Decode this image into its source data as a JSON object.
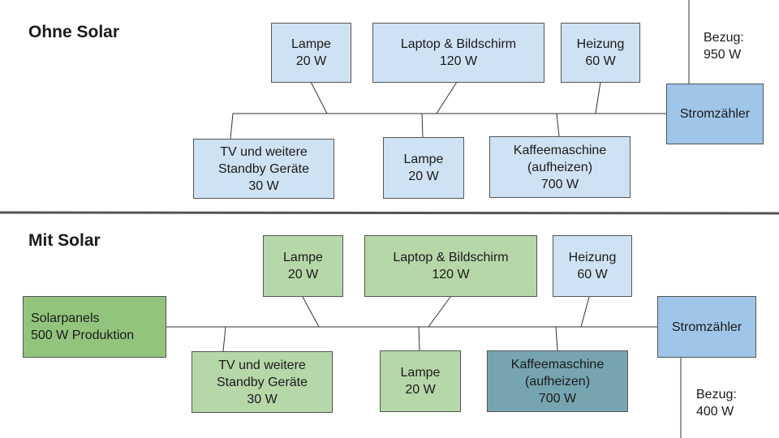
{
  "top": {
    "title": "Ohne Solar",
    "boxes": [
      {
        "name": "Lampe",
        "value": "20 W"
      },
      {
        "name": "Laptop & Bildschirm",
        "value": "120 W"
      },
      {
        "name": "Heizung",
        "value": "60 W"
      },
      {
        "name": "TV und weitere Standby Geräte",
        "value": "30 W"
      },
      {
        "name": "Lampe",
        "value": "20 W"
      },
      {
        "name": "Kaffeemaschine (aufheizen)",
        "value": "700 W"
      }
    ],
    "meter": "Stromzähler",
    "bezug_label": "Bezug:",
    "bezug_value": "950 W"
  },
  "bottom": {
    "title": "Mit Solar",
    "boxes": [
      {
        "name": "Lampe",
        "value": "20 W"
      },
      {
        "name": "Laptop & Bildschirm",
        "value": "120 W"
      },
      {
        "name": "Heizung",
        "value": "60 W"
      },
      {
        "name": "TV und weitere Standby Geräte",
        "value": "30 W"
      },
      {
        "name": "Lampe",
        "value": "20 W"
      },
      {
        "name": "Kaffeemaschine (aufheizen)",
        "value": "700 W"
      }
    ],
    "solar_name": "Solarpanels",
    "solar_value": "500 W Produktion",
    "meter": "Stromzähler",
    "bezug_label": "Bezug:",
    "bezug_value": "400 W"
  },
  "colors": {
    "consumer_blue": "#cfe2f3",
    "meter_blue": "#9fc5e8",
    "consumer_green": "#b6d7a8",
    "solar_green": "#93c47d",
    "coffee_teal": "#76a5af"
  }
}
